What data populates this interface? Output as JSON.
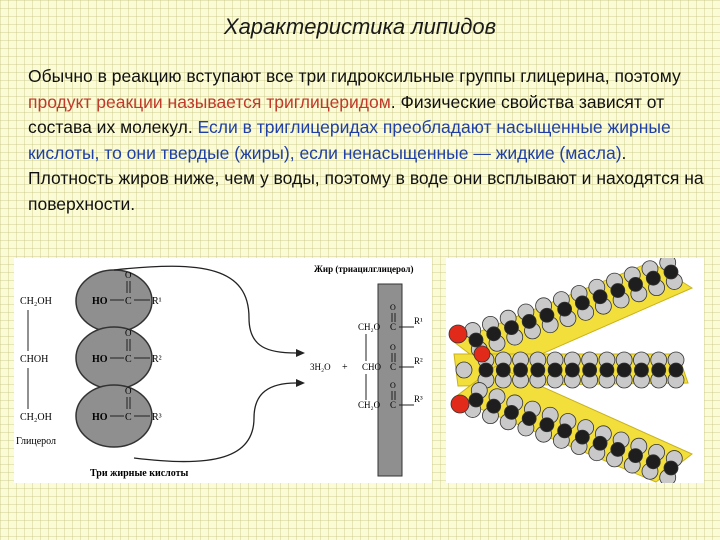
{
  "title": "Характеристика липидов",
  "paragraph": {
    "p1": "Обычно в реакцию вступают все три гидроксильные группы глицерина, поэтому ",
    "p2": "продукт реакции называется триглицеридом",
    "p3": ". Физические свойства зависят от состава их молекул. ",
    "p4": "Если в триглицеридах преобладают насыщенные жирные кислоты, то они твердые (жиры), если ненасыщенные — жидкие (масла)",
    "p5": ". Плотность жиров ниже, чем у воды, поэтому в воде они всплывают и находятся на поверхности."
  },
  "diagram": {
    "glycerol_groups": [
      "CH₂OH",
      "CHOH",
      "CH₂OH"
    ],
    "ho": "HO",
    "o": "O",
    "c": "C",
    "radicals": [
      "R¹",
      "R²",
      "R³"
    ],
    "glycerol_label": "Глицерол",
    "acids_label": "Три жирные кислоты",
    "fat_label": "Жир (триацилглицерол)",
    "water": "3H₂O",
    "plus": "+",
    "ester_groups": [
      "CH₂O",
      "CHO",
      "CH₂O"
    ],
    "ester_radicals": [
      "R¹",
      "R²",
      "R³"
    ]
  },
  "colors": {
    "red_text": "#c0392b",
    "blue_text": "#1f3fa6",
    "oval_fill": "#8f8f8f",
    "molecule_glow": "#f3df3b",
    "carbon": "#1e1e1e",
    "hydrogen": "#c9c9c9",
    "oxygen": "#e12a1a"
  }
}
